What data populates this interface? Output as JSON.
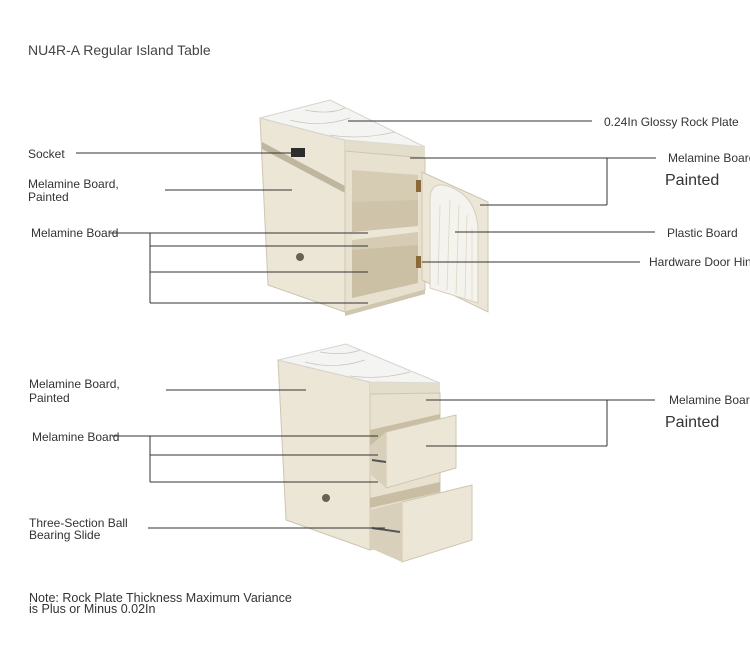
{
  "title": "NU4R-A Regular Island Table",
  "top_labels": {
    "rock_plate": "0.24In Glossy Rock Plate",
    "socket": "Socket",
    "melamine_painted_left_1": "Melamine Board,",
    "melamine_painted_left_2": "Painted",
    "melamine_board_left": "Melamine Board",
    "melamine_board_right": "Melamine Board",
    "painted_right": "Painted",
    "plastic_board": "Plastic Board",
    "door_hinge": "Hardware Door Hinge"
  },
  "bottom_labels": {
    "melamine_painted_left_1": "Melamine Board,",
    "melamine_painted_left_2": "Painted",
    "melamine_board_left": "Melamine Board",
    "melamine_board_right": "Melamine Board",
    "painted_right": "Painted",
    "slide_1": "Three-Section Ball",
    "slide_2": "Bearing Slide"
  },
  "note": {
    "line1": "Note: Rock Plate Thickness Maximum Variance",
    "line2": "is Plus or Minus 0.02In"
  },
  "colors": {
    "cabinet": "#ece6d6",
    "cabinet_dark": "#d9d0bb",
    "marble": "#f4f4f2",
    "line": "#333333"
  }
}
